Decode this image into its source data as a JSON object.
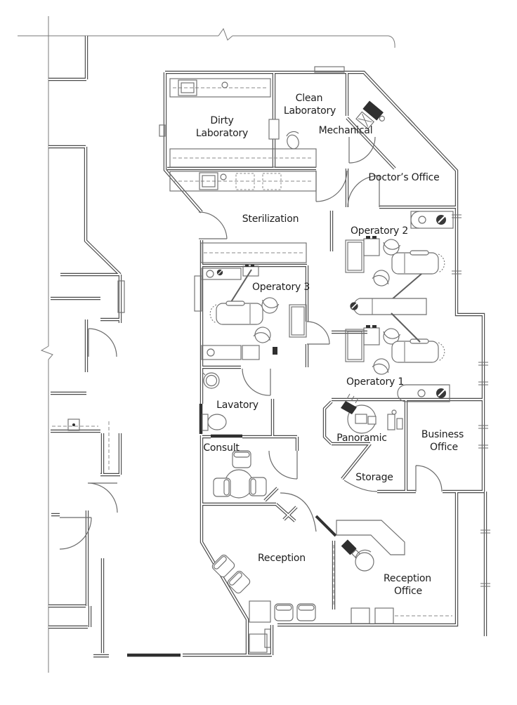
{
  "plan": {
    "kind": "dental-office-floor-plan",
    "colors": {
      "background": "#ffffff",
      "wall": "#4a4a4a",
      "furniture": "#6e6e6e",
      "dark_fixture": "#2f2f2f",
      "text": "#1d1d1d"
    },
    "rooms": [
      {
        "id": "dirty-laboratory",
        "label": "Dirty Laboratory",
        "lines": [
          "Dirty",
          "Laboratory"
        ]
      },
      {
        "id": "clean-laboratory",
        "label": "Clean Laboratory",
        "lines": [
          "Clean",
          "Laboratory"
        ]
      },
      {
        "id": "mechanical",
        "label": "Mechanical",
        "lines": [
          "Mechanical"
        ]
      },
      {
        "id": "doctors-office",
        "label": "Doctor’s Office",
        "lines": [
          "Doctor’s Office"
        ]
      },
      {
        "id": "sterilization",
        "label": "Sterilization",
        "lines": [
          "Sterilization"
        ]
      },
      {
        "id": "operatory-2",
        "label": "Operatory 2",
        "lines": [
          "Operatory 2"
        ]
      },
      {
        "id": "operatory-3",
        "label": "Operatory 3",
        "lines": [
          "Operatory 3"
        ]
      },
      {
        "id": "operatory-1",
        "label": "Operatory 1",
        "lines": [
          "Operatory 1"
        ]
      },
      {
        "id": "lavatory",
        "label": "Lavatory",
        "lines": [
          "Lavatory"
        ]
      },
      {
        "id": "consult",
        "label": "Consult",
        "lines": [
          "Consult"
        ]
      },
      {
        "id": "panoramic",
        "label": "Panoramic",
        "lines": [
          "Panoramic"
        ]
      },
      {
        "id": "business-office",
        "label": "Business Office",
        "lines": [
          "Business",
          "Office"
        ]
      },
      {
        "id": "storage",
        "label": "Storage",
        "lines": [
          "Storage"
        ]
      },
      {
        "id": "reception",
        "label": "Reception",
        "lines": [
          "Reception"
        ]
      },
      {
        "id": "reception-office",
        "label": "Reception Office",
        "lines": [
          "Reception",
          "Office"
        ]
      }
    ]
  }
}
